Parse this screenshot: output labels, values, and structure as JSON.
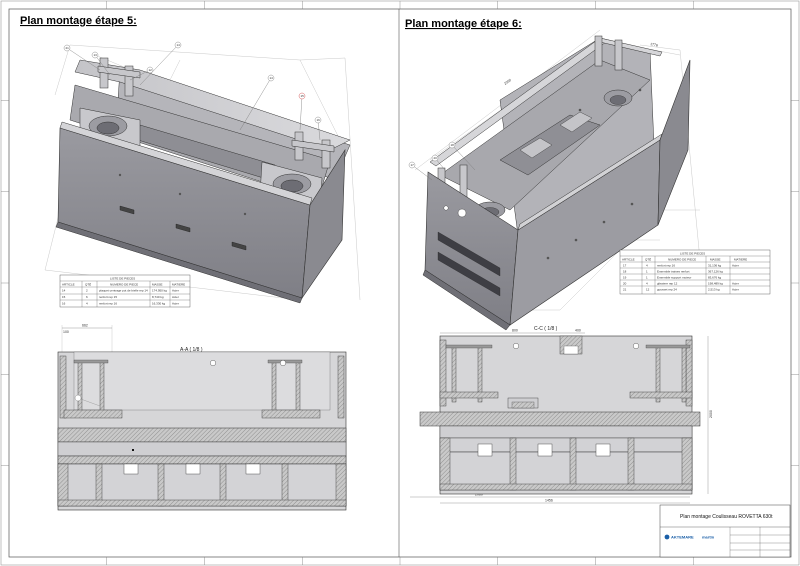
{
  "titles": {
    "left": "Plan montage étape 5:",
    "right": "Plan montage étape 6:"
  },
  "sections": {
    "left": "A-A ( 1/8 )",
    "right": "C-C ( 1/8 )"
  },
  "bom_left": {
    "title": "LISTE DE PIECES",
    "headers": [
      "ARTICLE",
      "QTÉ",
      "NUMERO DE PIECE",
      "MASSE",
      "MATIERE"
    ],
    "rows": [
      [
        "14",
        "2",
        "plaquet centrage pot de bielle rep 14",
        "174,950 kg",
        "Acier"
      ],
      [
        "15",
        "6",
        "renfort rep 15",
        "8,740 kg",
        "Acier"
      ],
      [
        "16",
        "4",
        "renfort rep 16",
        "16,330 kg",
        "Acier"
      ]
    ]
  },
  "bom_right": {
    "title": "LISTE DE PIECES",
    "headers": [
      "ARTICLE",
      "QTÉ",
      "NUMERO DE PIECE",
      "MASSE",
      "MATIERE"
    ],
    "rows": [
      [
        "17",
        "4",
        "renfort rep 16",
        "31,136 kg",
        "Acier"
      ],
      [
        "18",
        "1",
        "Ensemble traises renfort",
        "367,126 kg",
        ""
      ],
      [
        "19",
        "1",
        "Ensemble support moteur",
        "83,676 kg",
        ""
      ],
      [
        "20",
        "4",
        "glissiere rep 12",
        "198,489 kg",
        "Acier"
      ],
      [
        "21",
        "12",
        "gousset rep 24",
        "2,513 kg",
        "Acier"
      ]
    ]
  },
  "dimensions": {
    "left_top": "662",
    "left_small": "100",
    "right_top_a": "800",
    "right_top_b": "400",
    "right_height": "2000",
    "right_bottom_a": "2060",
    "right_bottom_b": "1456",
    "iso_right_a": "2360",
    "iso_right_b": "1778"
  },
  "balloons_left": [
    "21",
    "13",
    "12",
    "14",
    "14",
    "15",
    "16"
  ],
  "balloons_right": [
    "17",
    "18",
    "20",
    "21",
    "19"
  ],
  "title_block": {
    "title": "Plan montage Coulisseau ROVETTA 630t",
    "company": "AKTEMARE",
    "brand": "martin"
  }
}
